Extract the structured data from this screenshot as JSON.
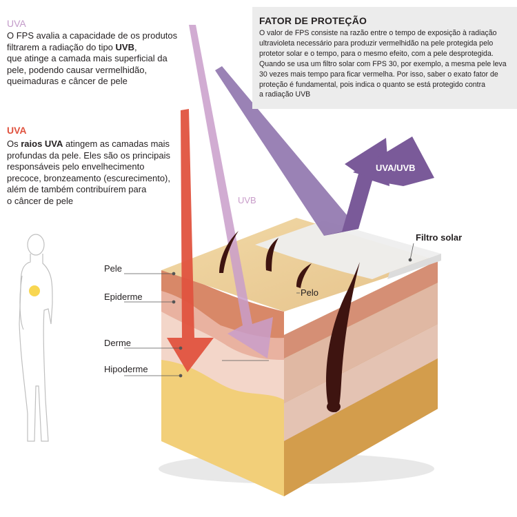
{
  "uvb_note": {
    "heading": "UVA",
    "lines": [
      "O FPS avalia a capacidade de os produtos",
      "filtrarem a radiação do tipo ",
      "UVB",
      ",",
      "que atinge a camada mais superficial da",
      "pele, podendo causar vermelhidão,",
      "queimaduras e câncer de pele"
    ]
  },
  "uva_note": {
    "heading": "UVA",
    "prefix": "Os ",
    "bold": "raios UVA",
    "lines": [
      " atingem as camadas mais",
      "profundas da pele. Eles são os principais",
      "responsáveis pelo envelhecimento",
      "precoce, bronzeamento (escurecimento),",
      "além de também contribuírem para",
      "o câncer de pele"
    ]
  },
  "protection_panel": {
    "title": "FATOR DE PROTEÇÃO",
    "lines": [
      "O valor de FPS consiste na razão entre o tempo de exposição à radiação",
      "ultravioleta necessário para produzir vermelhidão na pele protegida pelo",
      "protetor solar e o tempo, para o mesmo efeito, com a pele desprotegida.",
      "Quando se usa um filtro solar com FPS 30, por exemplo, a mesma pele leva",
      "30 vezes mais tempo para ficar vermelha. Por isso, saber o exato fator de",
      "proteção é fundamental, pois indica o quanto se está protegido contra",
      "a radiação UVB"
    ]
  },
  "labels": {
    "uvb_arrow": "UVB",
    "reflected_arrow": "UVA/UVB",
    "sunscreen": "Filtro solar",
    "hair": "Pelo",
    "layers": [
      "Pele",
      "Epiderme",
      "Derme",
      "Hipoderme"
    ]
  },
  "colors": {
    "uva_red": "#e0533f",
    "uvb_pink": "#c79ac8",
    "reflect_purple": "#7a5a99",
    "hypodermis": "#f2cf79",
    "dermis": "#f1d2c4",
    "epidermis": "#e9b4a0",
    "skin_top": "#eacd96",
    "hair": "#3e1410",
    "panel_bg": "#ececec"
  }
}
